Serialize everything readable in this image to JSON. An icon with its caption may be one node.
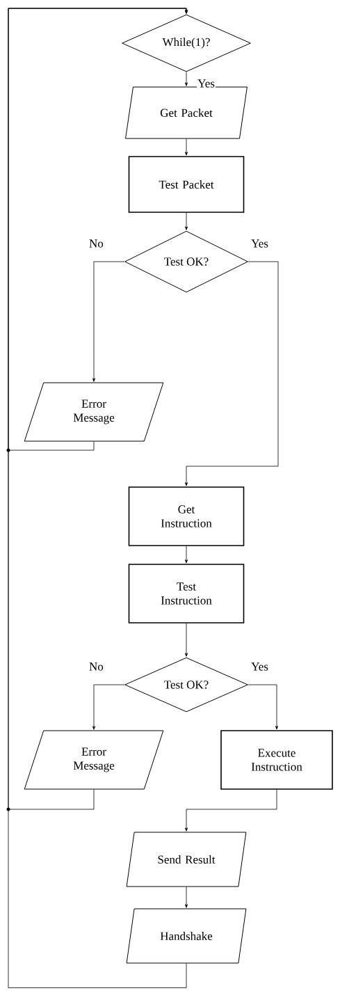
{
  "diagram": {
    "nodes": [
      {
        "text": [
          "While(1)?"
        ]
      },
      {
        "text": [
          "Get Packet"
        ]
      },
      {
        "text": [
          "Test Packet"
        ]
      },
      {
        "text": [
          "Test OK?"
        ]
      },
      {
        "text": [
          "Error Message"
        ]
      },
      {
        "text": [
          "Get Instruction"
        ]
      },
      {
        "text": [
          "Test Instruction"
        ]
      },
      {
        "text": [
          "Test OK?"
        ]
      },
      {
        "text": [
          "Error Message"
        ]
      },
      {
        "text": [
          "Execute Instruction"
        ]
      },
      {
        "text": [
          "Send Result"
        ]
      },
      {
        "text": [
          "Handshake"
        ]
      }
    ],
    "edges": [
      {
        "from": 0,
        "to": 1,
        "arrow": "to",
        "label": "Yes"
      },
      {
        "from": 1,
        "to": 2,
        "arrow": "to"
      },
      {
        "from": 2,
        "to": 3,
        "arrow": "to"
      },
      {
        "from": 3,
        "to": 4,
        "arrow": "to",
        "label": "No"
      },
      {
        "from": 3,
        "to": 5,
        "arrow": "to",
        "label": "Yes"
      },
      {
        "from": 4,
        "to": 0,
        "arrow": "to"
      },
      {
        "from": 5,
        "to": 6,
        "arrow": "to"
      },
      {
        "from": 6,
        "to": 7,
        "arrow": "to"
      },
      {
        "from": 7,
        "to": 8,
        "arrow": "to",
        "label": "No"
      },
      {
        "from": 7,
        "to": 9,
        "arrow": "to",
        "label": "Yes"
      },
      {
        "from": 8,
        "to": 0,
        "arrow": "to"
      },
      {
        "from": 9,
        "to": 10,
        "arrow": "to"
      },
      {
        "from": 10,
        "to": 11,
        "arrow": "to"
      },
      {
        "from": 11,
        "to": 0,
        "arrow": "to"
      }
    ]
  }
}
